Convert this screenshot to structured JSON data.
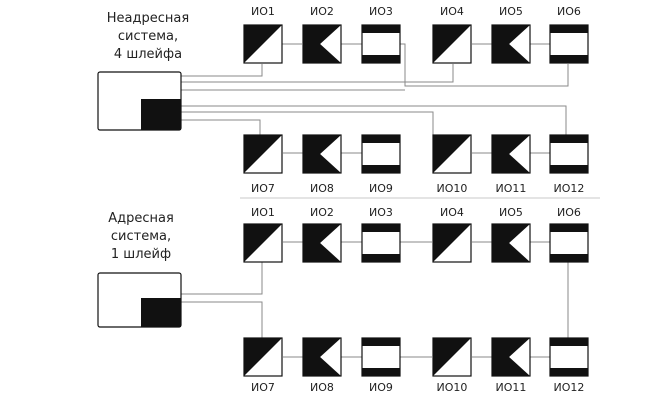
{
  "non_addressable": {
    "caption_lines": [
      "Неадресная",
      "система,",
      "4 шлейфа"
    ],
    "top_labels": [
      "ИО1",
      "ИО2",
      "ИО3",
      "ИО4",
      "ИО5",
      "ИО6"
    ],
    "bottom_labels": [
      "ИО7",
      "ИО8",
      "ИО9",
      "ИО10",
      "ИО11",
      "ИО12"
    ]
  },
  "addressable": {
    "caption_lines": [
      "Адресная",
      "система,",
      "1 шлейф"
    ],
    "top_labels": [
      "ИО1",
      "ИО2",
      "ИО3",
      "ИО4",
      "ИО5",
      "ИО6"
    ],
    "bottom_labels": [
      "ИО7",
      "ИО8",
      "ИО9",
      "ИО10",
      "ИО11",
      "ИО12"
    ]
  },
  "detector_types": [
    "diagonal",
    "arrow",
    "bars",
    "diagonal",
    "arrow",
    "bars"
  ],
  "colors": {
    "wire": "#8a8a8a",
    "fill": "#111111"
  }
}
